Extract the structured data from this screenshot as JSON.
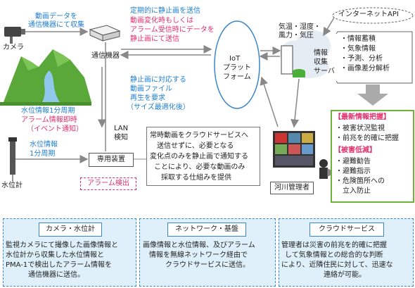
{
  "camera_label": "カメラ",
  "video_note": [
    "動画データを",
    "通信機器にて収集"
  ],
  "comm_device_label": "通信機器",
  "top_note_blue": "定期的に静止画を送信",
  "top_note_red": [
    "動画変化時もしくは",
    "アラーム受信時にデータを",
    "静止画にて送信"
  ],
  "iot_platform": [
    "IoT",
    "プラット",
    "フォーム"
  ],
  "internet_api": "インターネットAPI",
  "weather_note": [
    "気温・湿度・",
    "風力・気圧"
  ],
  "server_label": [
    "情報",
    "収集",
    "サーバ"
  ],
  "server_functions": [
    "・情報蓄積",
    "・気象情報",
    "・予測、分析",
    "・画像差分解析"
  ],
  "video_request": [
    "静止画に対応する",
    "動画ファイル",
    "再生を要求",
    "（サイズ最適化後）"
  ],
  "water_1min_blue": "水位情報1分周期",
  "alarm_immediate_red": [
    "アラーム情報即時",
    "（イベント通知）"
  ],
  "lan_detect": [
    "LAN",
    "検知"
  ],
  "water_1min_sensor": [
    "水位情報",
    "1分周期"
  ],
  "dedicated_device": "専用装置",
  "alarm_detect": "アラーム検出",
  "water_gauge_label": "水位計",
  "center_callout": [
    "常時動画をクラウドサービスへ",
    "送信せずに、必要となる",
    "変化点のみを静止画で通知する",
    "ことにより、必要な動画のみ",
    "採取する仕組みを提供"
  ],
  "river_manager": "河川管理者",
  "info_box": {
    "title1": "【最新情報把握】",
    "items1": [
      "・被害状況監視",
      "・前兆を的確に把握"
    ],
    "title2": "【被害低減】",
    "items2": [
      "・避難勧告",
      "・避難指示",
      "・危険箇所への",
      "　立入防止"
    ]
  },
  "panels": [
    {
      "title": "カメラ・水位計",
      "body": [
        "監視カメラにて撮像した画像情報と",
        "水位計から収集した水位情報と",
        "PMA-1で検出したアラーム情報を",
        "通信機器に送信。"
      ]
    },
    {
      "title": "ネットワーク・基盤",
      "body": [
        "画像情報と水位情報、及びアラーム",
        "情報を無線ネットワーク経由で",
        "クラウドサービスに送信。"
      ]
    },
    {
      "title": "クラウドサービス",
      "body": [
        "管理者は災害の前兆を的確に把握",
        "して気象情報との総合的な判断",
        "により、近隣住民に対して、迅速な",
        "連絡が可能。"
      ]
    }
  ],
  "colors": {
    "blue": "#1f7fd0",
    "red": "#e0306a",
    "green": "#6fb23a",
    "panel_border": "#3a86c8",
    "panel_fill": "#dff0fb"
  }
}
